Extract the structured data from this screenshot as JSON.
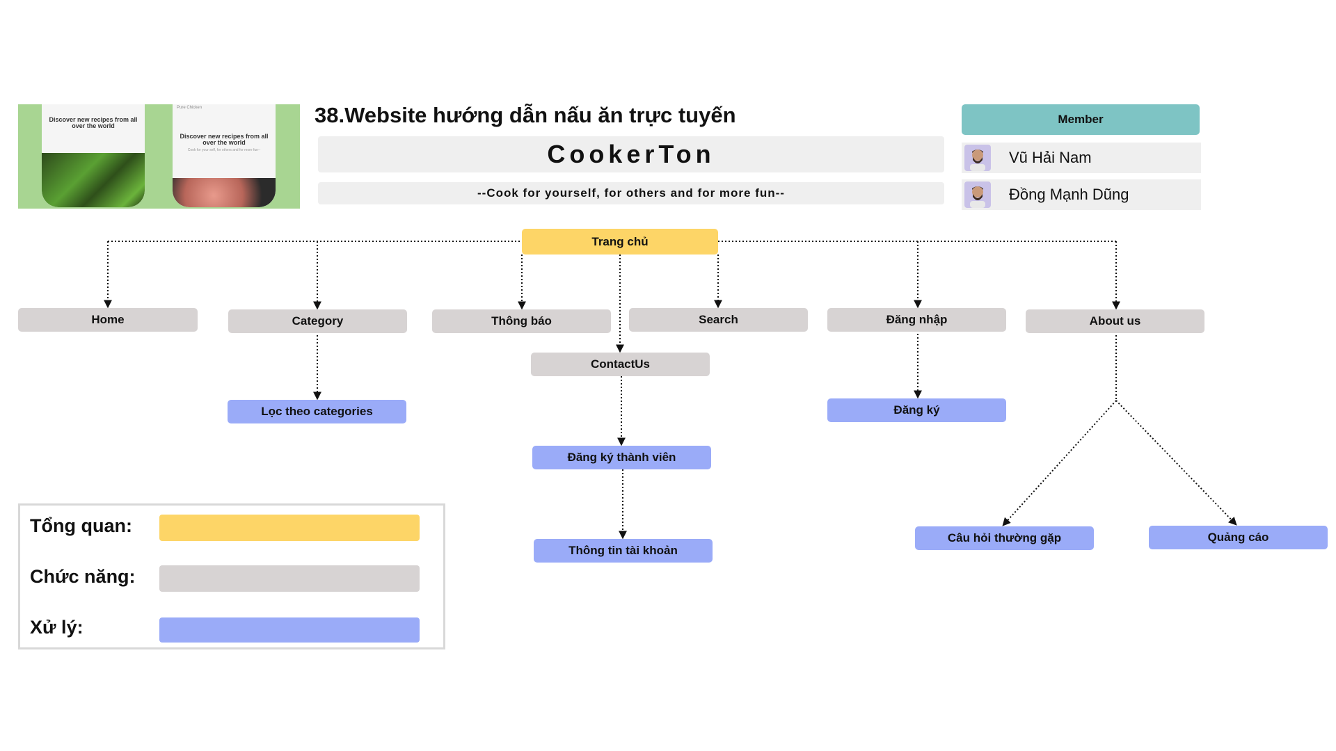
{
  "header": {
    "title": "38.Website hướng dẫn nấu ăn trực tuyến",
    "brand": "CookerTon",
    "slogan": "--Cook for yourself, for others and for more fun--",
    "preview": {
      "left_headline": "Discover new recipes from all over the world",
      "right_nav": "Pure Chicken",
      "right_headline": "Discover new recipes from all over the world",
      "right_sub": "Cook for your self, for others and for more fun--"
    }
  },
  "members": {
    "heading": "Member",
    "list": [
      "Vũ Hải Nam",
      "Đồng Mạnh Dũng"
    ]
  },
  "nodes": {
    "root": "Trang chủ",
    "home": "Home",
    "category": "Category",
    "thong_bao": "Thông báo",
    "search": "Search",
    "dang_nhap": "Đăng nhập",
    "about_us": "About us",
    "contact_us": "ContactUs",
    "loc_categories": "Lọc theo categories",
    "dang_ky": "Đăng ký",
    "dang_ky_thanh_vien": "Đăng ký thành viên",
    "thong_tin_tai_khoan": "Thông tin tài khoản",
    "cau_hoi": "Câu hỏi thường gặp",
    "quang_cao": "Quảng cáo"
  },
  "legend": {
    "overview": "Tổng quan:",
    "function": "Chức năng:",
    "process": "Xử lý:"
  },
  "colors": {
    "overview": "#fdd567",
    "function": "#d7d3d3",
    "process": "#9aabf8",
    "member_header": "#7ec4c4"
  }
}
